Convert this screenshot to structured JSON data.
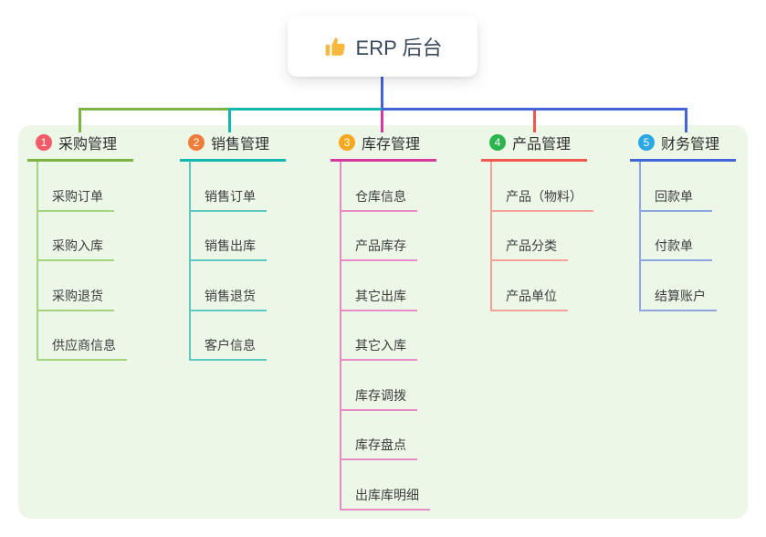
{
  "root": {
    "label": "ERP 后台",
    "icon": "thumbs-up-icon",
    "icon_color": "#f6b93b"
  },
  "panel_color": "#edf7e8",
  "connector_blue": "#4465d9",
  "branches": [
    {
      "num": "1",
      "label": "采购管理",
      "badge_color": "#f25b69",
      "line_color": "#7cb342",
      "sub_line_color": "#a5d37e",
      "items": [
        "采购订单",
        "采购入库",
        "采购退货",
        "供应商信息"
      ]
    },
    {
      "num": "2",
      "label": "销售管理",
      "badge_color": "#ef7d3a",
      "line_color": "#14b6b0",
      "sub_line_color": "#5ec9c2",
      "items": [
        "销售订单",
        "销售出库",
        "销售退货",
        "客户信息"
      ]
    },
    {
      "num": "3",
      "label": "库存管理",
      "badge_color": "#f8a81d",
      "line_color": "#d6399f",
      "sub_line_color": "#e98bc6",
      "items": [
        "仓库信息",
        "产品库存",
        "其它出库",
        "其它入库",
        "库存调拨",
        "库存盘点",
        "出库库明细"
      ]
    },
    {
      "num": "4",
      "label": "产品管理",
      "badge_color": "#2bb54c",
      "line_color": "#f2564e",
      "sub_line_color": "#f7a09a",
      "items": [
        "产品（物料）",
        "产品分类",
        "产品单位"
      ]
    },
    {
      "num": "5",
      "label": "财务管理",
      "badge_color": "#2ba7e3",
      "line_color": "#4465d9",
      "sub_line_color": "#8fa6e0",
      "items": [
        "回款单",
        "付款单",
        "结算账户"
      ]
    }
  ]
}
